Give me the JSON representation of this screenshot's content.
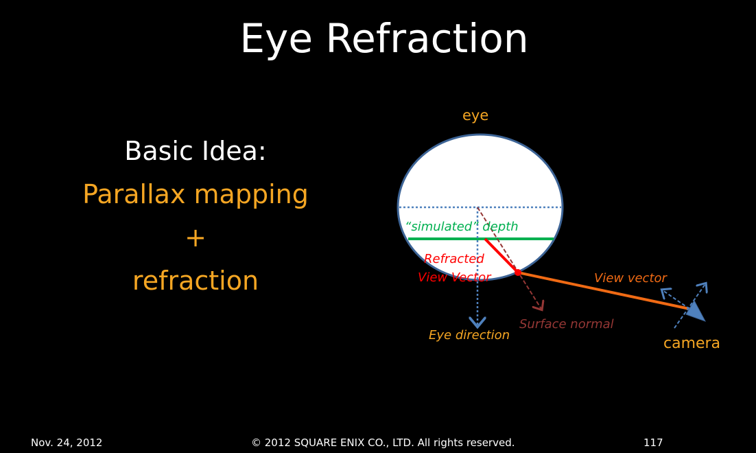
{
  "title": "Eye Refraction",
  "body": {
    "line1": "Basic Idea:",
    "line2": "Parallax mapping",
    "line3": "+",
    "line4": "refraction"
  },
  "diagram": {
    "eye_label": "eye",
    "simulated_depth": "“simulated” depth",
    "refracted_1": "Refracted",
    "refracted_2": "View Vector",
    "view_vector": "View vector",
    "surface_normal": "Surface normal",
    "eye_direction": "Eye direction",
    "camera": "camera",
    "colors": {
      "orange": "#f5a623",
      "green": "#00b050",
      "red": "#ff0000",
      "blue": "#4f81bd",
      "brown": "#953735",
      "view_vector": "#f06a14"
    }
  },
  "footer": {
    "date": "Nov. 24, 2012",
    "copyright": "© 2012 SQUARE ENIX CO., LTD. All rights reserved.",
    "page": "117"
  }
}
